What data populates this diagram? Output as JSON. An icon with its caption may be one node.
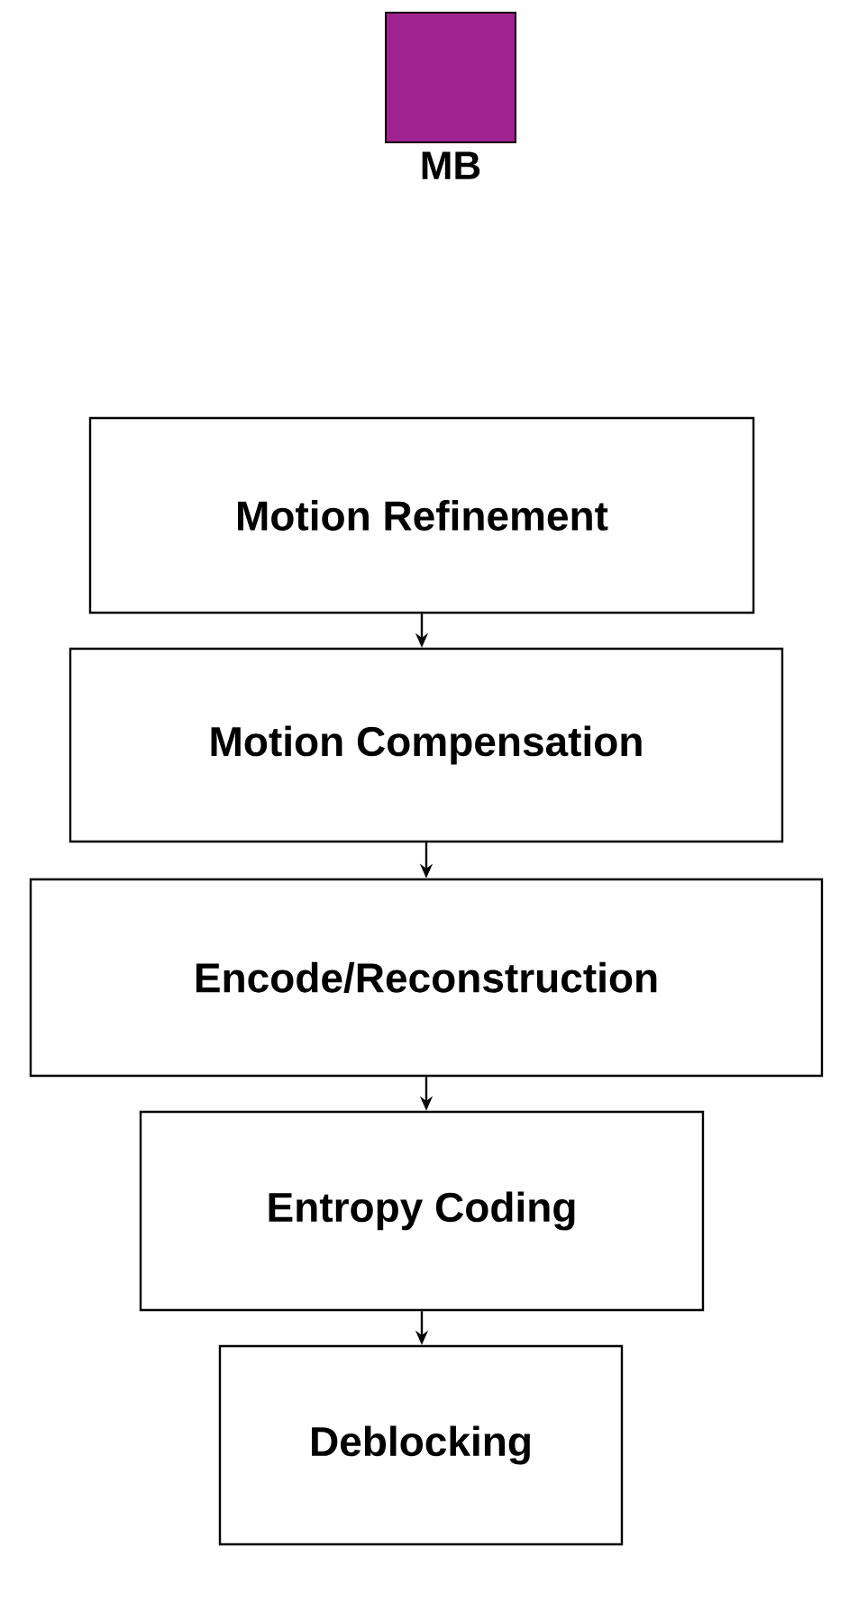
{
  "diagram": {
    "nodes": [
      {
        "text": [
          "MB"
        ]
      },
      {
        "text": [
          "Motion Refinement"
        ]
      },
      {
        "text": [
          "Motion Compensation"
        ]
      },
      {
        "text": [
          "Encode/Reconstruction"
        ]
      },
      {
        "text": [
          "Entropy Coding"
        ]
      },
      {
        "text": [
          "Deblocking"
        ]
      }
    ],
    "edges": [
      {
        "from": 1,
        "to": 2,
        "arrow": "to"
      },
      {
        "from": 2,
        "to": 3,
        "arrow": "to"
      },
      {
        "from": 3,
        "to": 4,
        "arrow": "to"
      },
      {
        "from": 4,
        "to": 5,
        "arrow": "to"
      }
    ]
  }
}
